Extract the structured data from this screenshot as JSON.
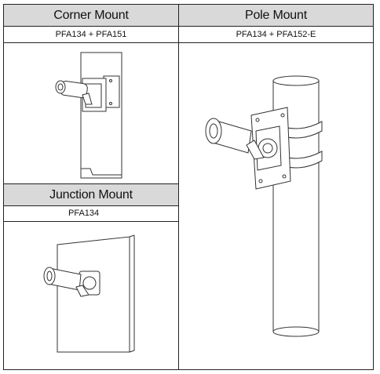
{
  "corner": {
    "title": "Corner Mount",
    "model": "PFA134 + PFA151"
  },
  "pole": {
    "title": "Pole Mount",
    "model": "PFA134 + PFA152-E"
  },
  "junction": {
    "title": "Junction Mount",
    "model": "PFA134"
  }
}
